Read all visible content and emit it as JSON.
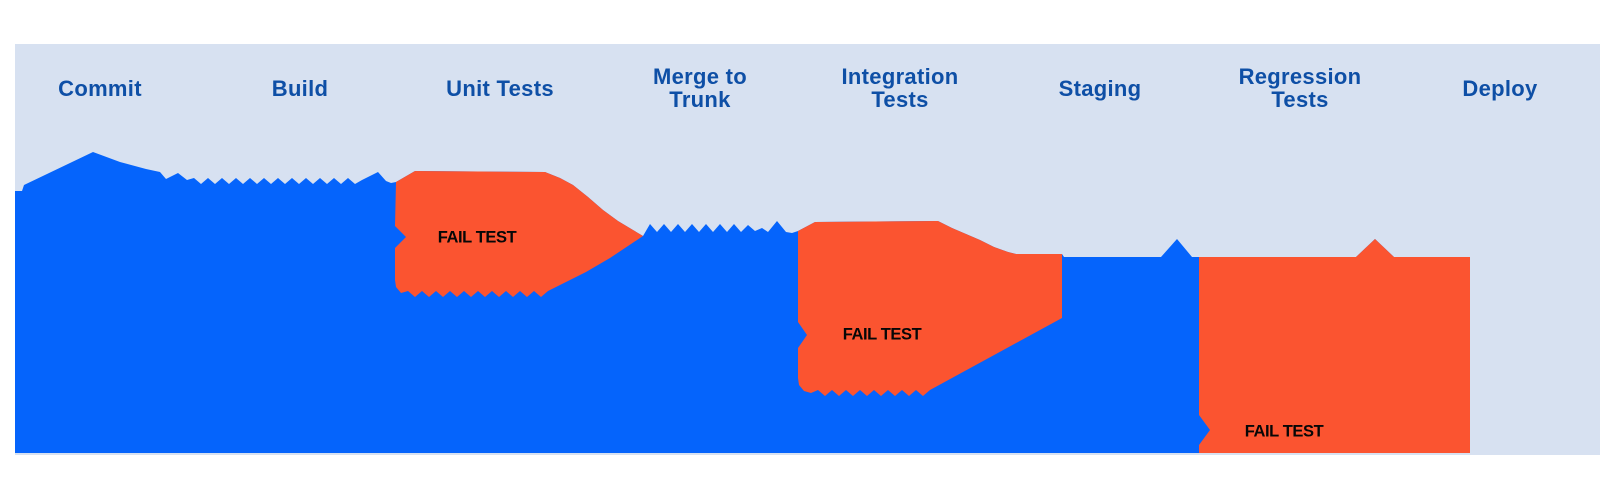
{
  "diagram": {
    "type": "ci-cd-pipeline-flow",
    "stages": [
      {
        "label": "Commit"
      },
      {
        "label": "Build"
      },
      {
        "label": "Unit Tests"
      },
      {
        "label": "Merge to\nTrunk"
      },
      {
        "label": "Integration\nTests"
      },
      {
        "label": "Staging"
      },
      {
        "label": "Regression\nTests"
      },
      {
        "label": "Deploy"
      }
    ],
    "fail_markers": [
      {
        "text": "FAIL TEST",
        "stage": "Unit Tests"
      },
      {
        "text": "FAIL TEST",
        "stage": "Integration Tests"
      },
      {
        "text": "FAIL TEST",
        "stage": "Regression Tests"
      }
    ]
  },
  "colors": {
    "flow_blue": "#0564fc",
    "fail_orange": "#fb5430",
    "panel_bg": "#d7e1f1",
    "stage_label_color": "#0e4fa6",
    "fail_text_color": "#070707"
  }
}
